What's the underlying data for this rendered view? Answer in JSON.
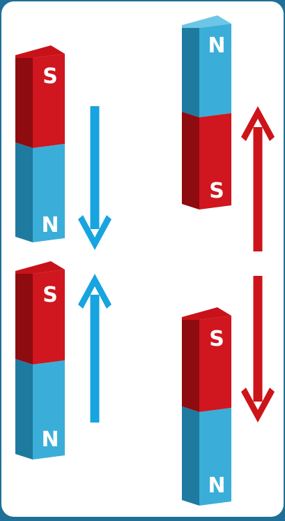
{
  "colors": {
    "frame": "#1f6f97",
    "panel": "#ffffff",
    "north_front": "#3aaed8",
    "north_side": "#1f7aa0",
    "north_top": "#6cc6e6",
    "south_front": "#d0161e",
    "south_side": "#8e0b10",
    "south_top": "#c81219",
    "arrow_blue": "#18a4e0",
    "arrow_red": "#cc1419"
  },
  "magnets": [
    {
      "id": "left-top",
      "top_pole": "S",
      "bottom_pole": "N"
    },
    {
      "id": "left-bottom",
      "top_pole": "S",
      "bottom_pole": "N"
    },
    {
      "id": "right-top",
      "top_pole": "N",
      "bottom_pole": "S"
    },
    {
      "id": "right-bottom",
      "top_pole": "S",
      "bottom_pole": "N"
    }
  ],
  "arrows": [
    {
      "id": "left-down",
      "direction": "down",
      "color": "arrow_blue"
    },
    {
      "id": "left-up",
      "direction": "up",
      "color": "arrow_blue"
    },
    {
      "id": "right-up",
      "direction": "up",
      "color": "arrow_red"
    },
    {
      "id": "right-down",
      "direction": "down",
      "color": "arrow_red"
    }
  ]
}
